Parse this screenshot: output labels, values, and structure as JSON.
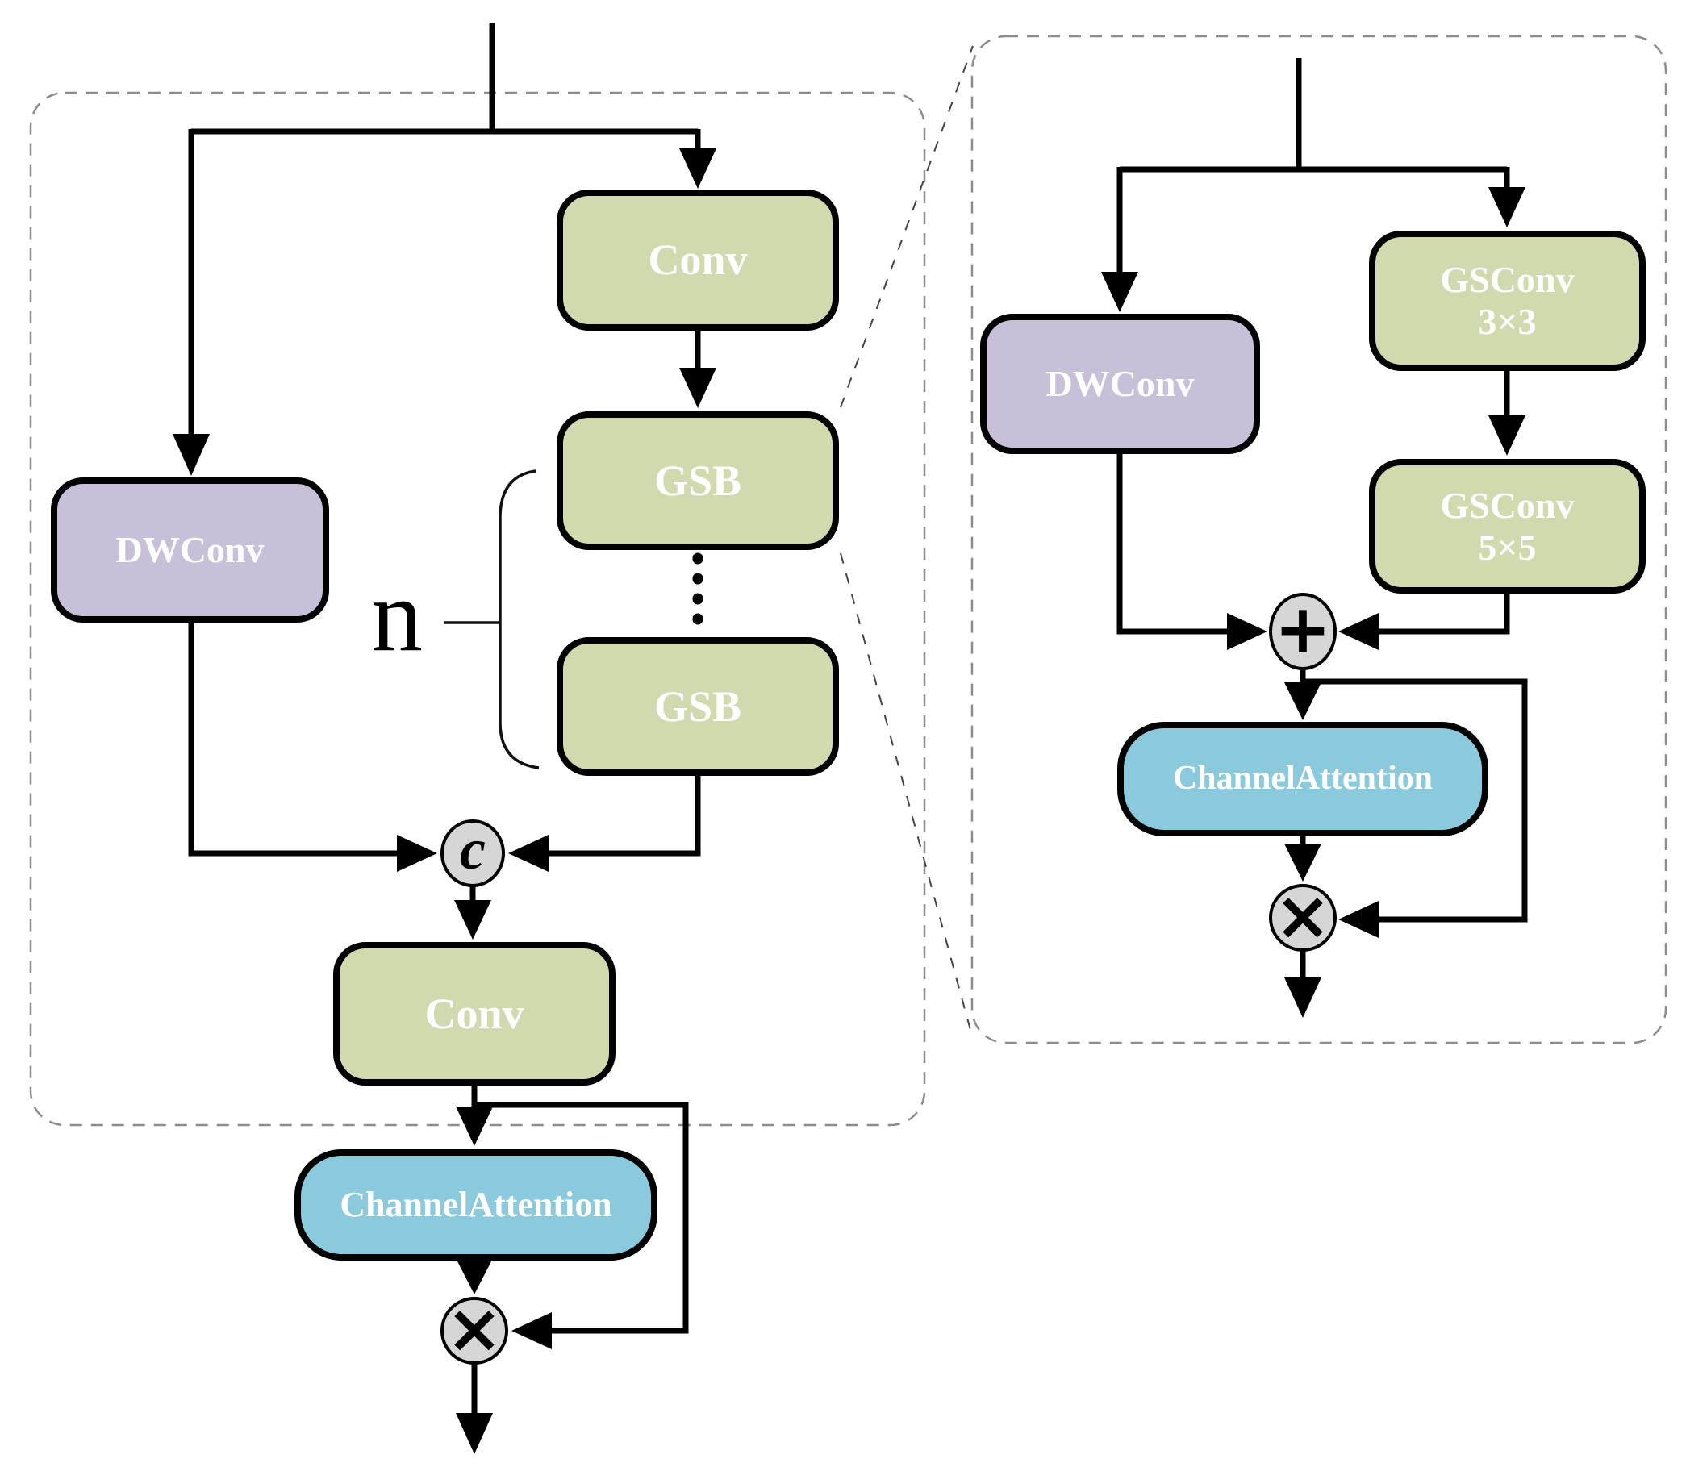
{
  "figure": {
    "left_panel": {
      "conv_top": "Conv",
      "gsb_1": "GSB",
      "gsb_2": "GSB",
      "dwconv": "DWConv",
      "repeat_label": "n",
      "conv_bottom": "Conv",
      "channel_attention": "ChannelAttention",
      "concat_symbol": "c",
      "multiply_symbol": "×"
    },
    "right_panel": {
      "dwconv": "DWConv",
      "gsconv_3x3": {
        "line1": "GSConv",
        "line2": "3×3"
      },
      "gsconv_5x5": {
        "line1": "GSConv",
        "line2": "5×5"
      },
      "channel_attention": "ChannelAttention",
      "add_symbol": "+",
      "multiply_symbol": "×"
    },
    "colors": {
      "conv_green": "#d0daae",
      "dwconv_purple": "#c8bfd8",
      "attention_blue": "#8bc9dc",
      "operator_gray": "#d6d6d6",
      "line_black": "#000000",
      "boundary_gray": "#8c8c8c"
    }
  }
}
